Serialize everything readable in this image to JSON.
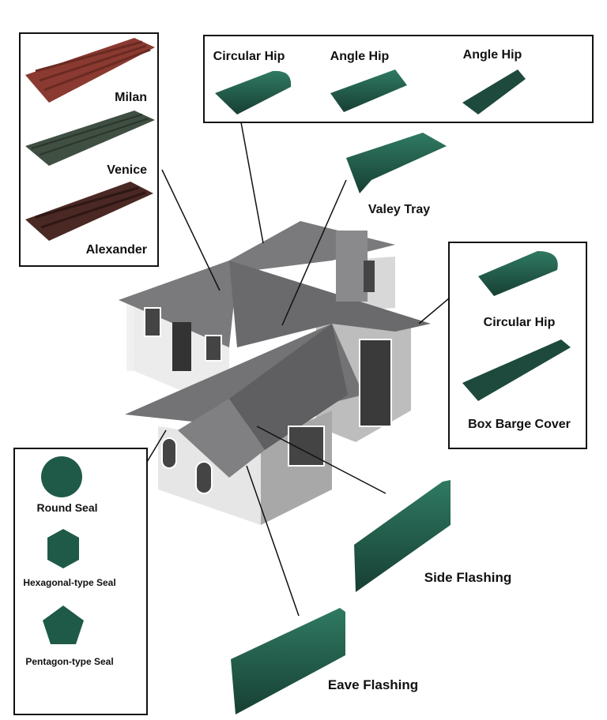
{
  "tiles": {
    "milan": "Milan",
    "venice": "Venice",
    "alexander": "Alexander"
  },
  "hips_top": {
    "circular_hip": "Circular Hip",
    "angle_hip_1": "Angle Hip",
    "angle_hip_2": "Angle Hip"
  },
  "valley_tray": "Valey Tray",
  "right_box": {
    "circular_hip": "Circular Hip",
    "box_barge_cover": "Box Barge Cover"
  },
  "seals": {
    "round": "Round Seal",
    "hexagonal": "Hexagonal-type Seal",
    "pentagon": "Pentagon-type Seal"
  },
  "side_flashing": "Side Flashing",
  "eave_flashing": "Eave Flashing",
  "colors": {
    "green": "#1f5a48",
    "red_tile": "#8a3a30",
    "brown_tile": "#4a2824",
    "roof_gray": "#6e6e70"
  }
}
